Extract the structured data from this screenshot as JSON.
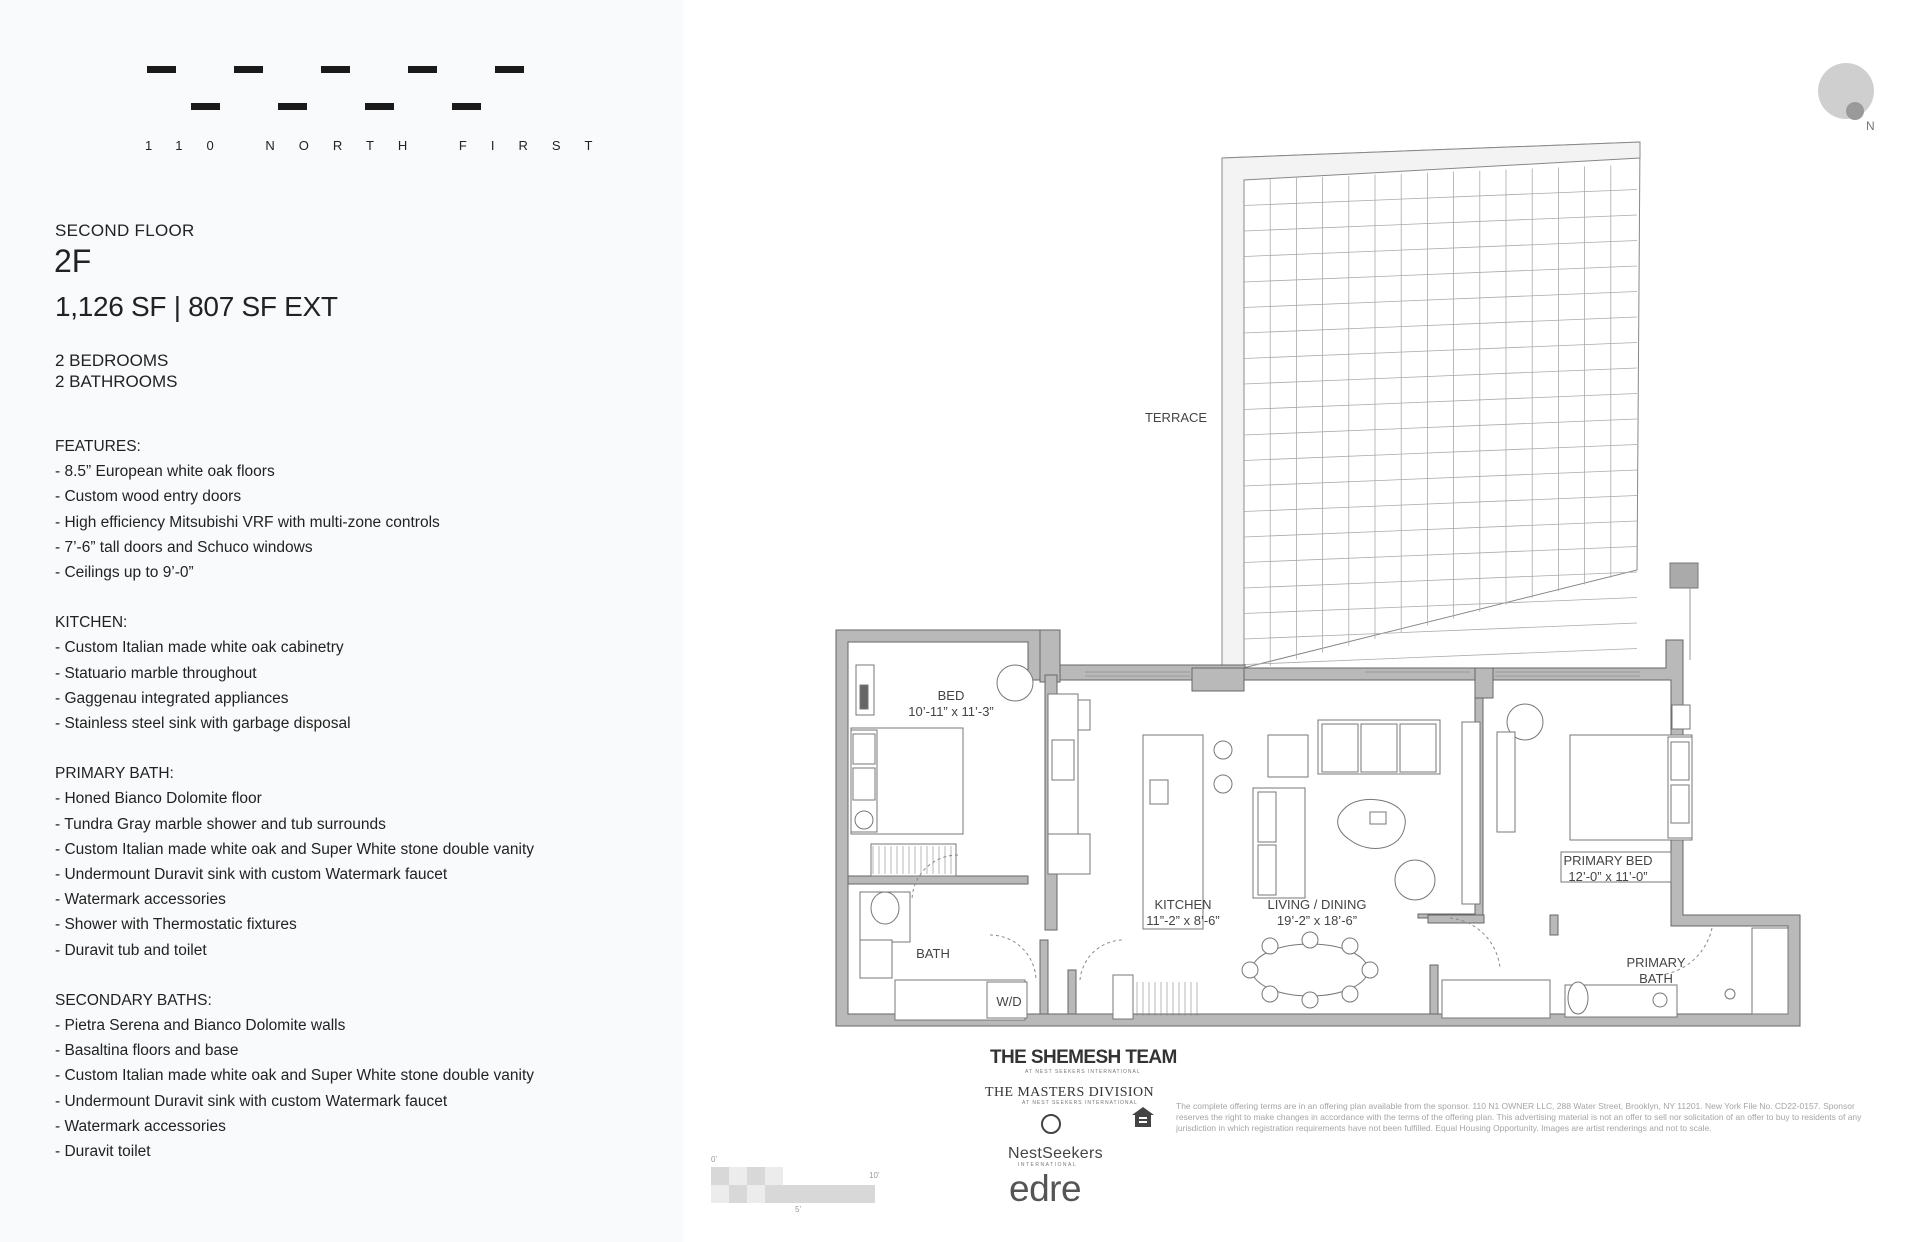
{
  "brand": {
    "name": "110 NORTH FIRST"
  },
  "unit": {
    "floor": "SECOND FLOOR",
    "name": "2F",
    "area": "1,126 SF | 807 SF EXT",
    "bedrooms": "2 BEDROOMS",
    "bathrooms": "2 BATHROOMS"
  },
  "features": [
    {
      "title": "FEATURES:",
      "items": [
        "- 8.5” European white oak floors",
        "- Custom wood entry doors",
        "- High efficiency Mitsubishi VRF with multi-zone controls",
        "- 7’-6” tall doors and Schuco windows",
        "- Ceilings up to 9’-0”"
      ]
    },
    {
      "title": "KITCHEN:",
      "items": [
        "- Custom Italian made white oak cabinetry",
        "- Statuario marble throughout",
        "- Gaggenau integrated appliances",
        "- Stainless steel sink with garbage disposal"
      ]
    },
    {
      "title": "PRIMARY BATH:",
      "items": [
        "- Honed Bianco Dolomite floor",
        "- Tundra Gray marble shower and tub surrounds",
        "- Custom Italian made white oak and Super White stone double vanity",
        "- Undermount Duravit sink with custom Watermark faucet",
        "- Watermark accessories",
        "- Shower with Thermostatic fixtures",
        "- Duravit tub and toilet"
      ]
    },
    {
      "title": "SECONDARY BATHS:",
      "items": [
        "- Pietra Serena and Bianco Dolomite walls",
        "- Basaltina floors and base",
        "- Custom Italian made white oak and Super White stone double vanity",
        "- Undermount Duravit sink with custom Watermark faucet",
        "- Watermark accessories",
        "- Duravit toilet"
      ]
    }
  ],
  "plan": {
    "terrace": "TERRACE",
    "bed": {
      "name": "BED",
      "dims": "10’-11” x 11’-3”"
    },
    "kitchen": {
      "name": "KITCHEN",
      "dims": "11”-2” x 8’-6”"
    },
    "living": {
      "name": "LIVING / DINING",
      "dims": "19’-2” x 18’-6”"
    },
    "primary_bed": {
      "name": "PRIMARY BED",
      "dims": "12’-0” x 11’-0”"
    },
    "bath": "BATH",
    "wd": "W/D",
    "primary_bath_1": "PRIMARY",
    "primary_bath_2": "BATH",
    "compass": "N"
  },
  "scale": {
    "zero": "0’",
    "five": "5’",
    "ten": "10’"
  },
  "logos": {
    "shemesh": "THE SHEMESH TEAM",
    "shemesh_sub": "AT NEST SEEKERS INTERNATIONAL",
    "masters": "THE MASTERS DIVISION",
    "masters_sub": "AT NEST SEEKERS INTERNATIONAL",
    "nestseekers": "NestSeekers",
    "nestseekers_sub": "INTERNATIONAL",
    "edre": "edre"
  },
  "disclaimer": "The complete offering terms are in an offering plan available from the sponsor. 110 N1 OWNER LLC, 288 Water Street, Brooklyn, NY 11201. New York File No. CD22-0157. Sponsor reserves the right to make changes in accordance with the terms of the offering plan. This advertising material is not an offer to sell nor solicitation of an offer to buy to residents of any jurisdiction in which registration requirements have not been fulfilled. Equal Housing Opportunity. Images are artist renderings and not to scale."
}
